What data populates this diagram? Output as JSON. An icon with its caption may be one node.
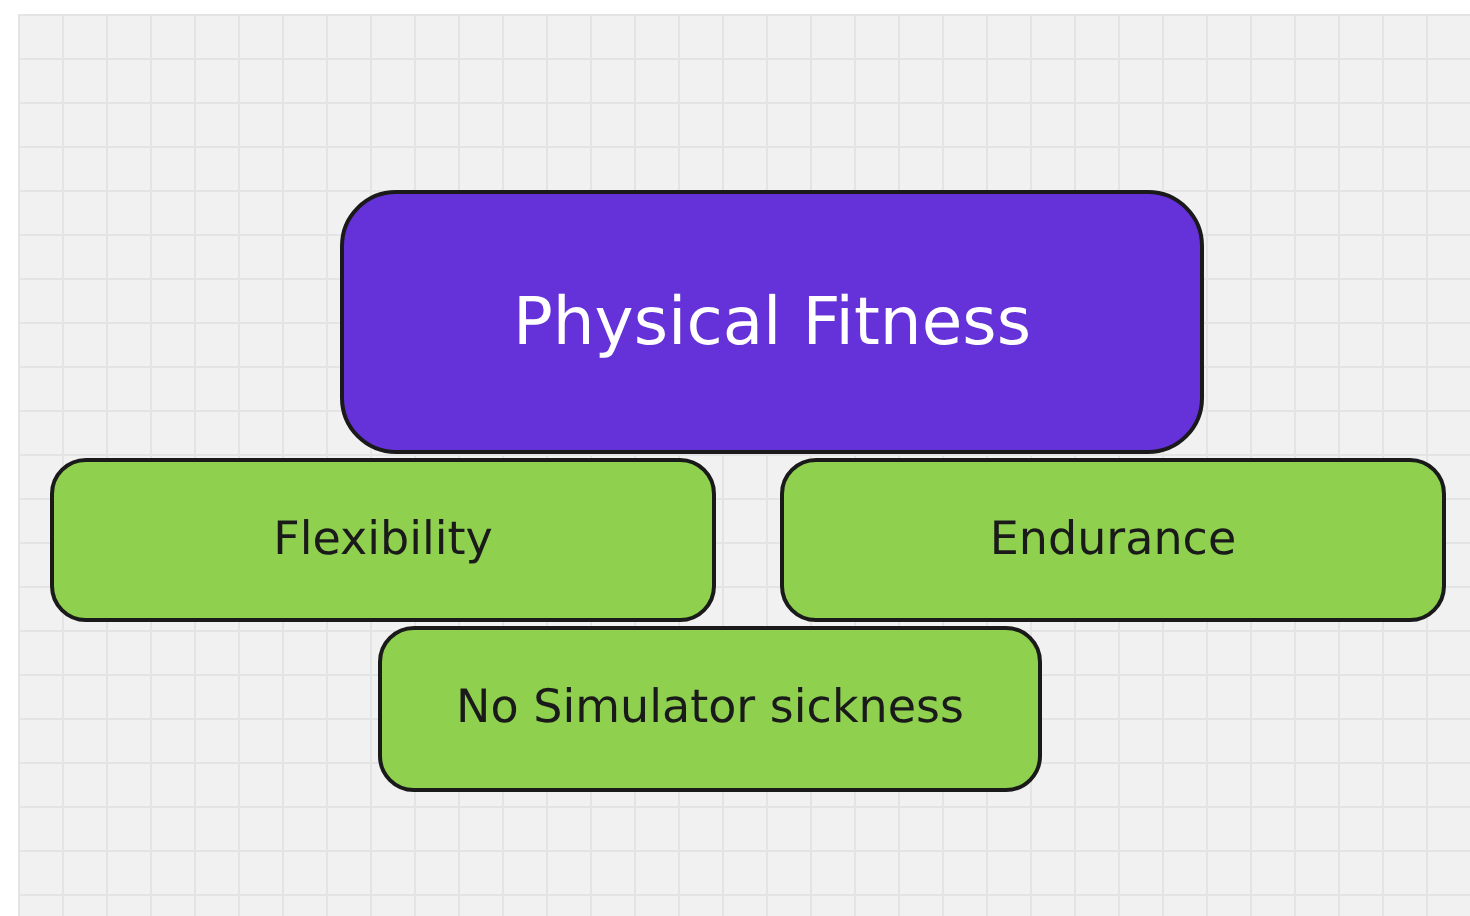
{
  "diagram": {
    "nodes": [
      {
        "text": [
          "Physical Fitness"
        ]
      },
      {
        "text": [
          "Flexibility"
        ]
      },
      {
        "text": [
          "Endurance"
        ]
      },
      {
        "text": [
          "No Simulator sickness"
        ]
      }
    ]
  }
}
